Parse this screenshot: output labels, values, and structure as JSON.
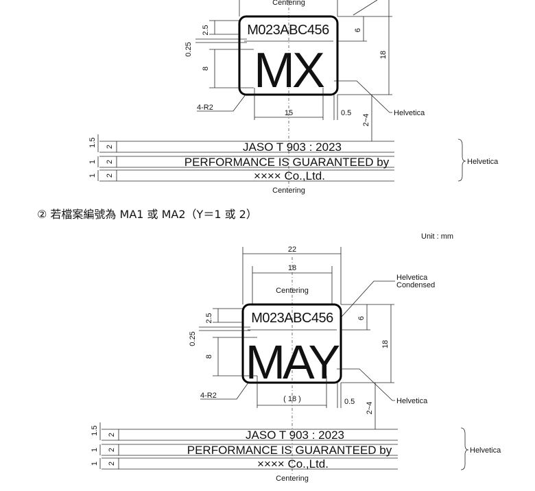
{
  "section_heading": "② 若檔案編號為 MA1 或 MA2（Y＝1 或 2）",
  "unit": "Unit : mm",
  "top_diagram": {
    "centering_top": "Centering",
    "centering_bottom": "Centering",
    "code": "M023ABC456",
    "mark": "MX",
    "dim_25": "2.5",
    "dim_025": "0.25",
    "dim_8": "8",
    "dim_6": "6",
    "dim_18": "18",
    "dim_15": "15",
    "dim_05": "0.5",
    "dim_2_4": "2~4",
    "radius": "4-R2",
    "font_helvetica": "Helvetica",
    "font_helvetica_block": "Helvetica",
    "dim_15_left": "1.5",
    "dim_2a": "2",
    "dim_2b": "2",
    "dim_2c": "2",
    "dim_1a": "1",
    "dim_1b": "1",
    "jaso": "JASO T 903 : 2023",
    "perf": "PERFORMANCE IS GUARANTEED by",
    "company": "×××× Co.,Ltd."
  },
  "bottom_diagram": {
    "dim_22": "22",
    "dim_18_top": "18",
    "centering_top": "Centering",
    "centering_bottom": "Centering",
    "font_condensed_1": "Helvetica",
    "font_condensed_2": "Condensed",
    "code": "M023ABC456",
    "mark": "MAY",
    "dim_25": "2.5",
    "dim_025": "0.25",
    "dim_8": "8",
    "dim_6": "6",
    "dim_18": "18",
    "dim_18_paren": "( 18 )",
    "dim_05": "0.5",
    "dim_2_4": "2~4",
    "radius": "4-R2",
    "font_helvetica": "Helvetica",
    "font_helvetica_block": "Helvetica",
    "dim_15_left": "1.5",
    "dim_2a": "2",
    "dim_2b": "2",
    "dim_2c": "2",
    "dim_1a": "1",
    "dim_1b": "1",
    "jaso": "JASO T 903 : 2023",
    "perf": "PERFORMANCE IS GUARANTEED by",
    "company": "×××× Co.,Ltd."
  }
}
